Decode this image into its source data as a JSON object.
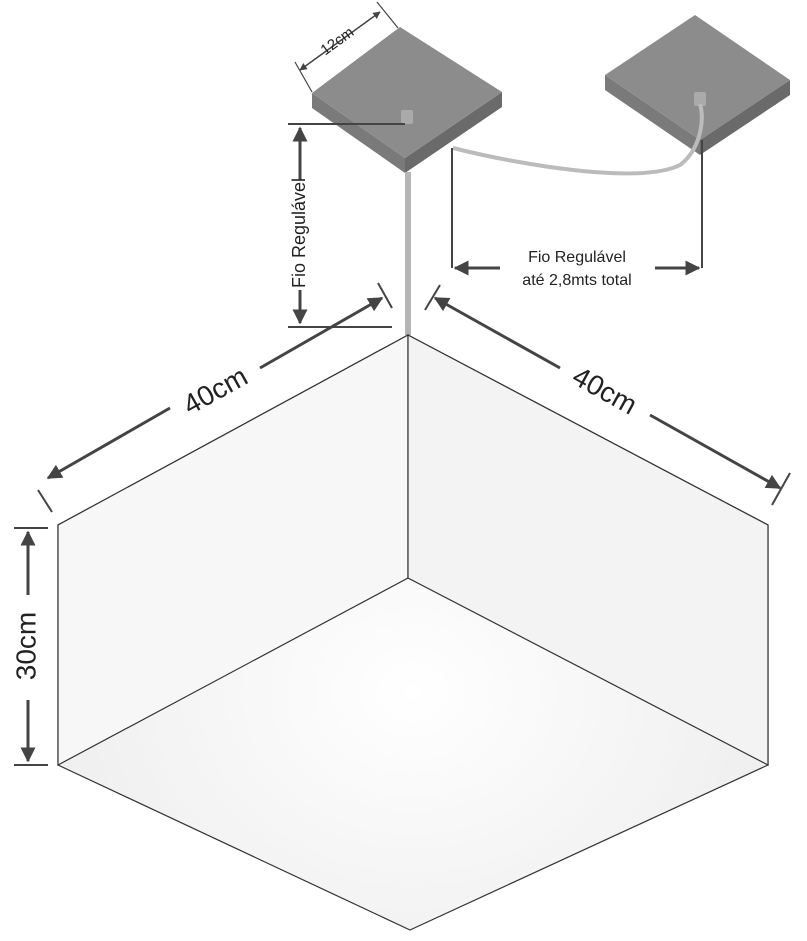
{
  "labels": {
    "canopy_width": "12cm",
    "cord_vertical": "Fio Regulável",
    "cord_horizontal_line1": "Fio Regulável",
    "cord_horizontal_line2": "até 2,8mts total",
    "width_left": "40cm",
    "width_right": "40cm",
    "height": "30cm"
  },
  "colors": {
    "canopy": "#8a8a8a",
    "canopy_dark": "#6e6e6e",
    "dimension": "#444444",
    "shade_edge": "#333333"
  }
}
